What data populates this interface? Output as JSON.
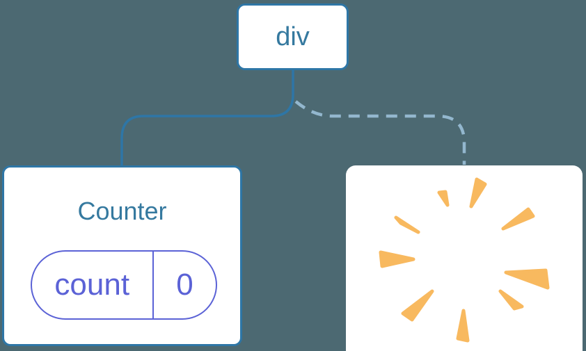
{
  "diagram": {
    "description": "component-tree-diagram",
    "colors": {
      "background": "#4C6972",
      "node_fill": "#FFFFFF",
      "node_border": "#2E76A6",
      "node_text": "#35799F",
      "dashed_edge": "#93B7CE",
      "state_accent": "#5B62D6",
      "burst": "#F8B95F"
    },
    "root_node": {
      "label": "div"
    },
    "counter_node": {
      "title": "Counter",
      "state": {
        "key": "count",
        "value": "0"
      }
    },
    "removed_node": {
      "icon": "poof-burst-icon"
    }
  }
}
